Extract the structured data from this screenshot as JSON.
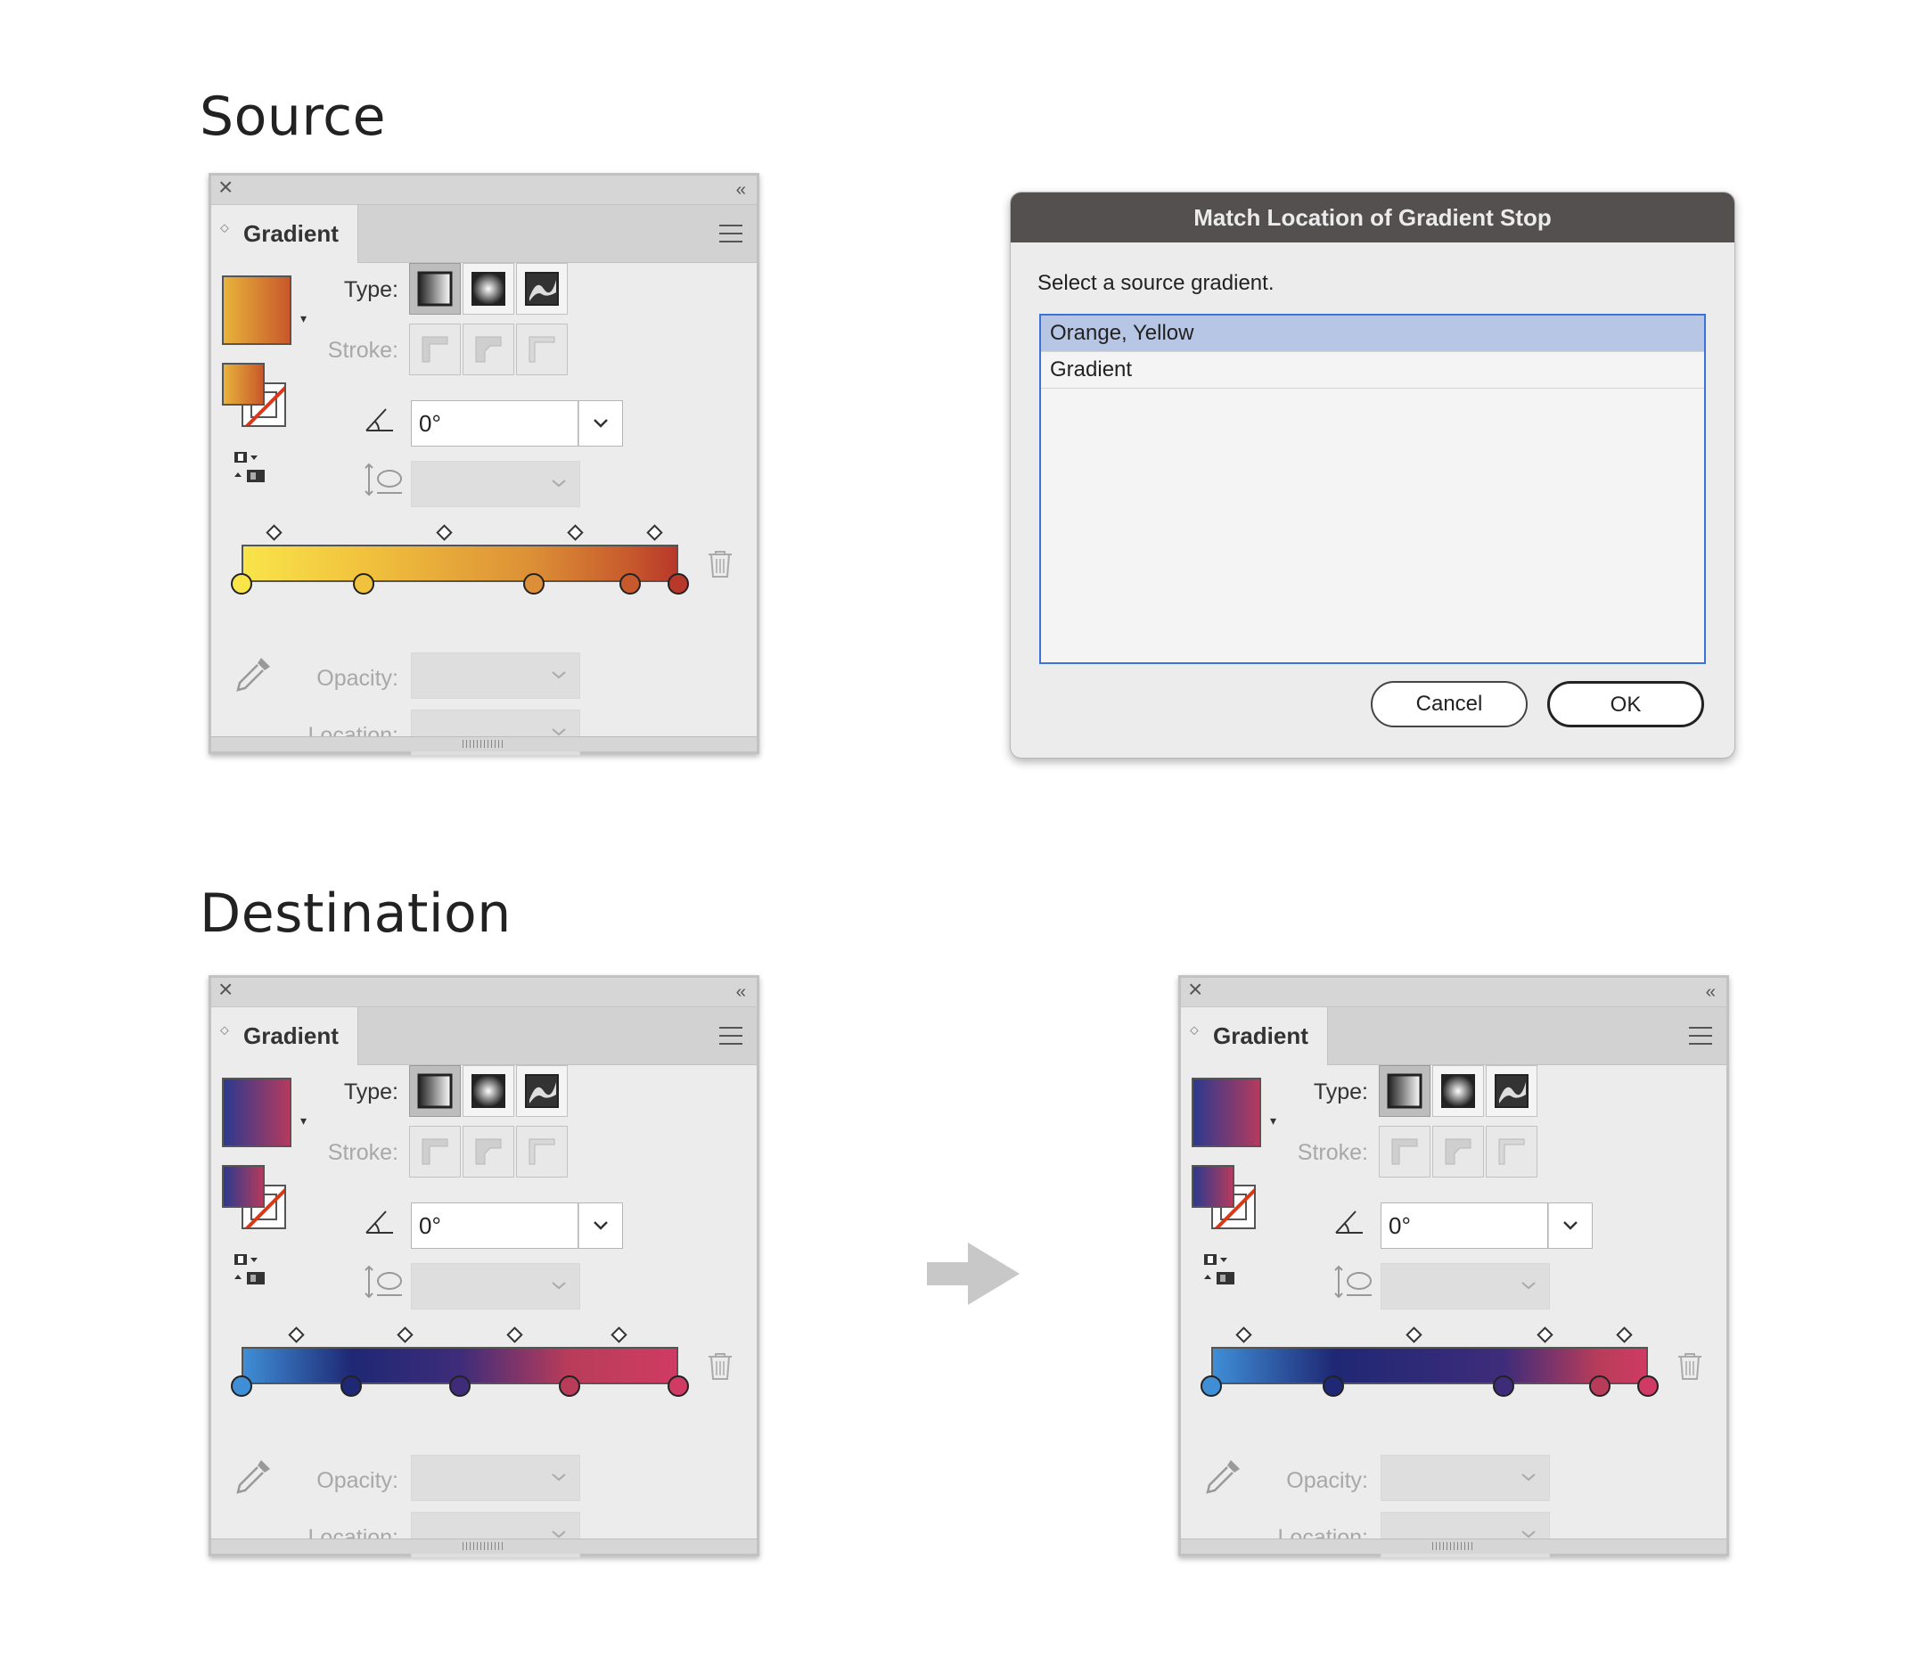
{
  "sections": {
    "source_title": "Source",
    "destination_title": "Destination"
  },
  "panel": {
    "tab_label": "Gradient",
    "type_label": "Type:",
    "stroke_label": "Stroke:",
    "angle_value": "0°",
    "opacity_label": "Opacity:",
    "location_label": "Location:",
    "icons": {
      "close": "close-icon",
      "collapse": "double-chevron-left-icon",
      "menu": "hamburger-menu-icon",
      "angle": "angle-icon",
      "aspect_ratio": "aspect-ratio-icon",
      "trash": "trash-icon",
      "eyedropper": "eyedropper-icon",
      "reverse": "reverse-gradient-icon"
    }
  },
  "panels": {
    "source": {
      "gradient_colors": [
        "#f9e44a",
        "#f1c23d",
        "#dc8f36",
        "#c75a2c",
        "#b8382a"
      ],
      "stop_locations": [
        0,
        28,
        67,
        89,
        100
      ],
      "midpoint_locations": [
        8,
        47,
        77,
        95
      ],
      "fill_swatch": [
        "#e8b33c",
        "#c8582a"
      ]
    },
    "destination_before": {
      "gradient_colors": [
        "#3f8ed6",
        "#1f2874",
        "#3e2c7a",
        "#b83c5a",
        "#cf3b62"
      ],
      "stop_locations": [
        0,
        25,
        50,
        75,
        100
      ],
      "midpoint_locations": [
        13,
        38,
        63,
        87
      ],
      "fill_swatch": [
        "#2c3a8e",
        "#b43a5e"
      ]
    },
    "destination_after": {
      "gradient_colors": [
        "#3f8ed6",
        "#1f2874",
        "#3e2c7a",
        "#b83c5a",
        "#cf3b62"
      ],
      "stop_locations": [
        0,
        28,
        67,
        89,
        100
      ],
      "midpoint_locations": [
        8,
        47,
        77,
        95
      ],
      "fill_swatch": [
        "#2c3a8e",
        "#b43a5e"
      ]
    }
  },
  "dialog": {
    "title": "Match Location of Gradient Stop",
    "prompt": "Select a source gradient.",
    "items": [
      {
        "label": "Orange, Yellow",
        "selected": true
      },
      {
        "label": "Gradient",
        "selected": false
      }
    ],
    "cancel_label": "Cancel",
    "ok_label": "OK"
  },
  "arrow": {
    "icon": "right-arrow-icon",
    "color": "#c8c8c8"
  }
}
